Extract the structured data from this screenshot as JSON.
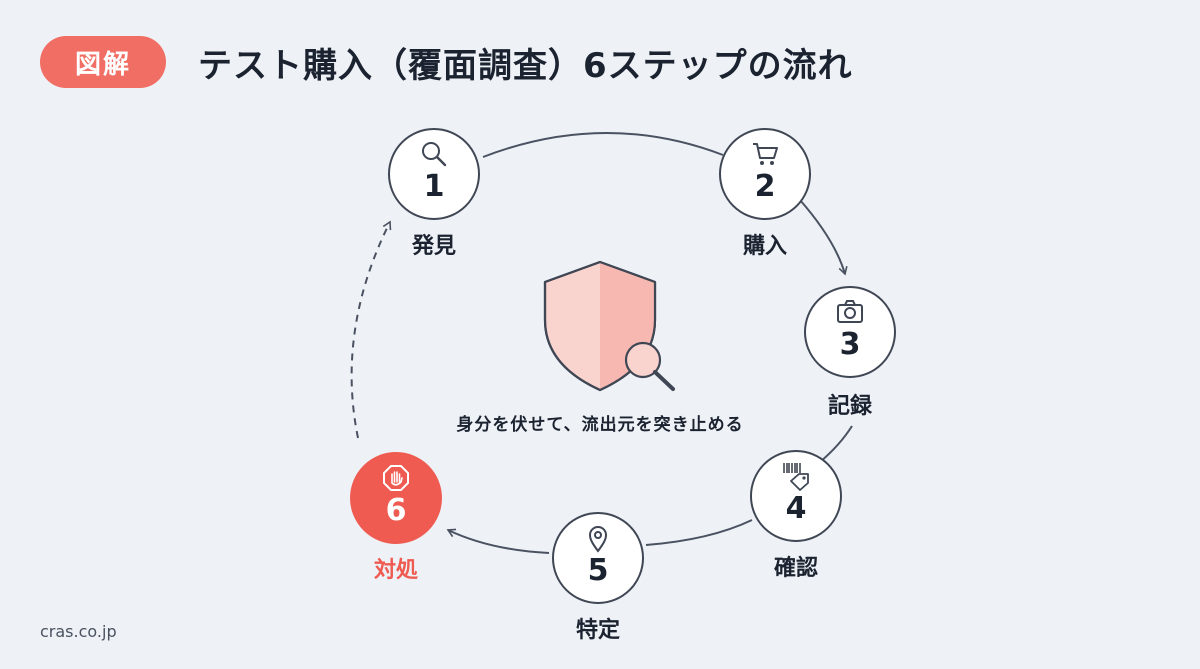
{
  "header": {
    "badge": "図解",
    "title": "テスト購入（覆面調査）6ステップの流れ"
  },
  "steps": [
    {
      "number": "1",
      "label": "発見",
      "icon": "magnifier-icon"
    },
    {
      "number": "2",
      "label": "購入",
      "icon": "cart-icon"
    },
    {
      "number": "3",
      "label": "記録",
      "icon": "camera-icon"
    },
    {
      "number": "4",
      "label": "確認",
      "icon": "barcode-tag-icon"
    },
    {
      "number": "5",
      "label": "特定",
      "icon": "location-pin-icon"
    },
    {
      "number": "6",
      "label": "対処",
      "icon": "stop-hand-icon",
      "active": true
    }
  ],
  "center": {
    "icon": "shield-search-icon",
    "caption": "身分を伏せて、流出元を突き止める"
  },
  "footer": {
    "source": "cras.co.jp"
  },
  "colors": {
    "accent": "#ef5b51",
    "badge": "#f06e64",
    "line": "#4a5262",
    "background": "#eef1f6"
  }
}
